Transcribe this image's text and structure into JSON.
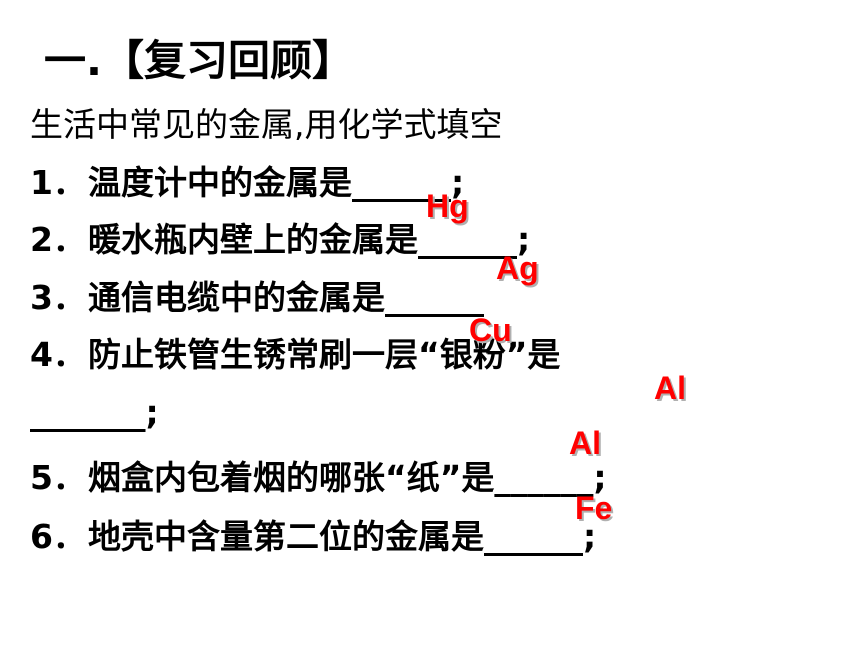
{
  "title": "一.【复习回顾】",
  "subtitle": "生活中常见的金属,用化学式填空",
  "questions": [
    {
      "number": "1．",
      "text": "温度计中的金属是______;"
    },
    {
      "number": "2．",
      "text": "暖水瓶内壁上的金属是______;"
    },
    {
      "number": "3．",
      "text": "通信电缆中的金属是______"
    },
    {
      "number": "4．",
      "text": "防止铁管生锈常刷一层“银粉”是",
      "continuation": "_______;"
    },
    {
      "number": "5．",
      "text": "烟盒内包着烟的哪张“纸”是______;"
    },
    {
      "number": "6．",
      "text": "地壳中含量第二位的金属是______;"
    }
  ],
  "answers": [
    "Hg",
    "Ag",
    "Cu",
    "Al",
    "Al",
    "Fe"
  ],
  "colors": {
    "background": "#ffffff",
    "text": "#000000",
    "answer": "#ff0000",
    "answer_shadow": "#b0b0b0"
  }
}
